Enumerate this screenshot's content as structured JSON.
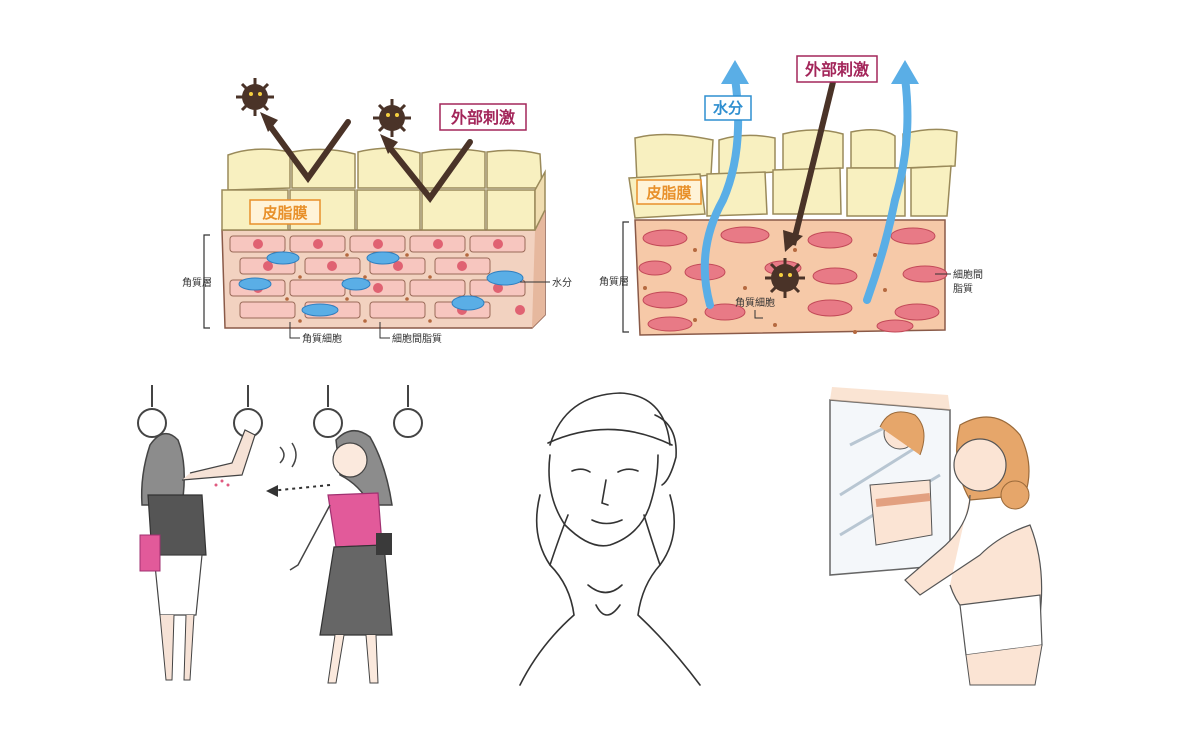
{
  "diagram_healthy": {
    "external_stimulus": "外部刺激",
    "sebum_film": "皮脂膜",
    "stratum_corneum": "角質層",
    "moisture": "水分",
    "corneocyte": "角質細胞",
    "intercellular_lipid": "細胞間脂質"
  },
  "diagram_damaged": {
    "external_stimulus": "外部刺激",
    "moisture": "水分",
    "sebum_film": "皮脂膜",
    "stratum_corneum": "角質層",
    "corneocyte": "角質細胞",
    "intercellular_lipid_1": "細胞間",
    "intercellular_lipid_2": "脂質"
  },
  "colors": {
    "stimulus_label": "#a3265a",
    "sebum_label": "#e8902a",
    "moisture_label": "#2f8fd0",
    "cell_fill": "#f6c9b8",
    "nucleus": "#e06272",
    "lipid_block": "#f8f0c0",
    "water_blue": "#5aaee6",
    "arrow_brown": "#4a3328"
  },
  "illustrations": {
    "train_scene": "train-scene-illustration",
    "face_care": "face-care-illustration",
    "mirror_check": "mirror-check-illustration"
  }
}
